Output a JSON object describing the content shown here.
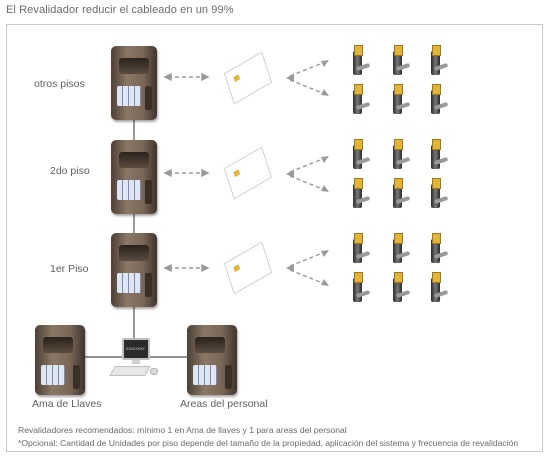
{
  "title": "El Revalidador reducir el cableado en un 99%",
  "floors": [
    {
      "label": "otros pisos"
    },
    {
      "label": "2do piso"
    },
    {
      "label": "1er Piso"
    }
  ],
  "bottom_units": [
    {
      "label": "Ama de Llaves"
    },
    {
      "label": "Areas del personal"
    }
  ],
  "computer_screen_text": "XXXXXXXX",
  "notes": [
    "Revalidadores recomendados: mínimo 1 en Ama de llaves y 1 para areas del personal",
    "*Opcional: Cantidad de Unidades por piso depende del tamaño de la propiedad, aplicación del sistema y frecuencia de revalidación"
  ],
  "colors": {
    "device_body": "#7a6656",
    "keypad": "#c7d0e6",
    "chip": "#e2b43a",
    "lock_body": "#4a4a4a",
    "arrows": "#9a9a9a",
    "frame": "#c9c9c9"
  }
}
